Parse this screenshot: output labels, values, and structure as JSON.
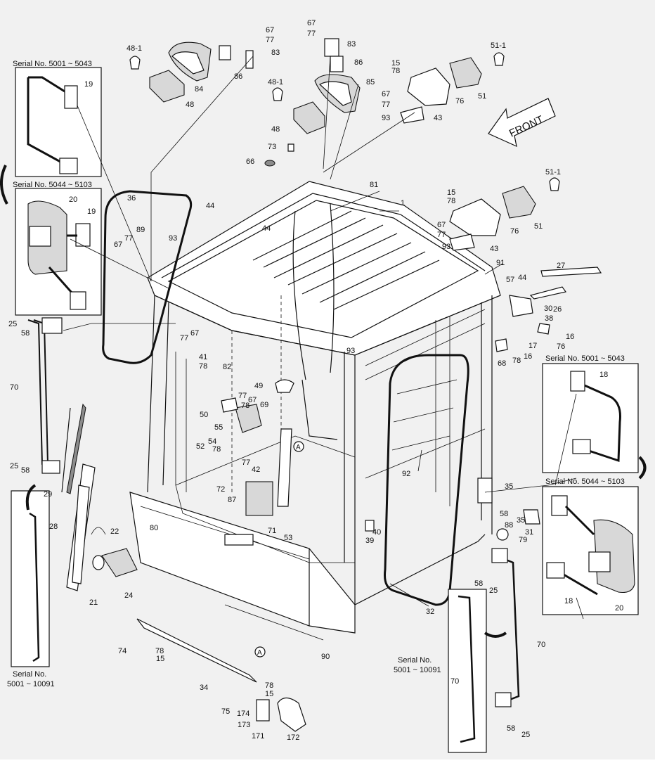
{
  "front_arrow_label": "FRONT",
  "serial_boxes": {
    "top_left_1": "Serial No. 5001 ~ 5043",
    "top_left_2": "Serial No. 5044 ~ 5103",
    "right_1": "Serial No. 5001 ~ 5043",
    "right_2": "Serial No. 5044 ~ 5103",
    "bottom_left": "Serial No.\n5001 ~ 10091",
    "bottom_left_line1": "Serial No.",
    "bottom_left_line2": "5001 ~ 10091",
    "bottom_mid_line1": "Serial No.",
    "bottom_mid_line2": "5001 ~ 10091"
  },
  "detail_marker": "A",
  "callouts": [
    "67",
    "77",
    "83",
    "86",
    "84",
    "48-1",
    "48",
    "67",
    "77",
    "83",
    "86",
    "85",
    "48-1",
    "48",
    "15",
    "78",
    "67",
    "77",
    "93",
    "76",
    "43",
    "51",
    "51-1",
    "73",
    "66",
    "81",
    "1",
    "15",
    "78",
    "67",
    "77",
    "93",
    "76",
    "43",
    "51",
    "51-1",
    "36",
    "89",
    "77",
    "67",
    "93",
    "44",
    "44",
    "19",
    "20",
    "19",
    "25",
    "58",
    "70",
    "25",
    "58",
    "29",
    "28",
    "22",
    "21",
    "24",
    "80",
    "67",
    "77",
    "41",
    "78",
    "82",
    "49",
    "77",
    "67",
    "78",
    "69",
    "50",
    "55",
    "54",
    "78",
    "52",
    "77",
    "42",
    "72",
    "87",
    "71",
    "53",
    "91",
    "57",
    "44",
    "27",
    "26",
    "30",
    "38",
    "16",
    "76",
    "17",
    "68",
    "78",
    "16",
    "92",
    "35",
    "58",
    "88",
    "35",
    "31",
    "79",
    "40",
    "39",
    "93",
    "18",
    "18",
    "20",
    "58",
    "25",
    "32",
    "90",
    "70",
    "58",
    "25",
    "70",
    "74",
    "78",
    "15",
    "34",
    "78",
    "15",
    "75",
    "174",
    "173",
    "171",
    "172"
  ]
}
